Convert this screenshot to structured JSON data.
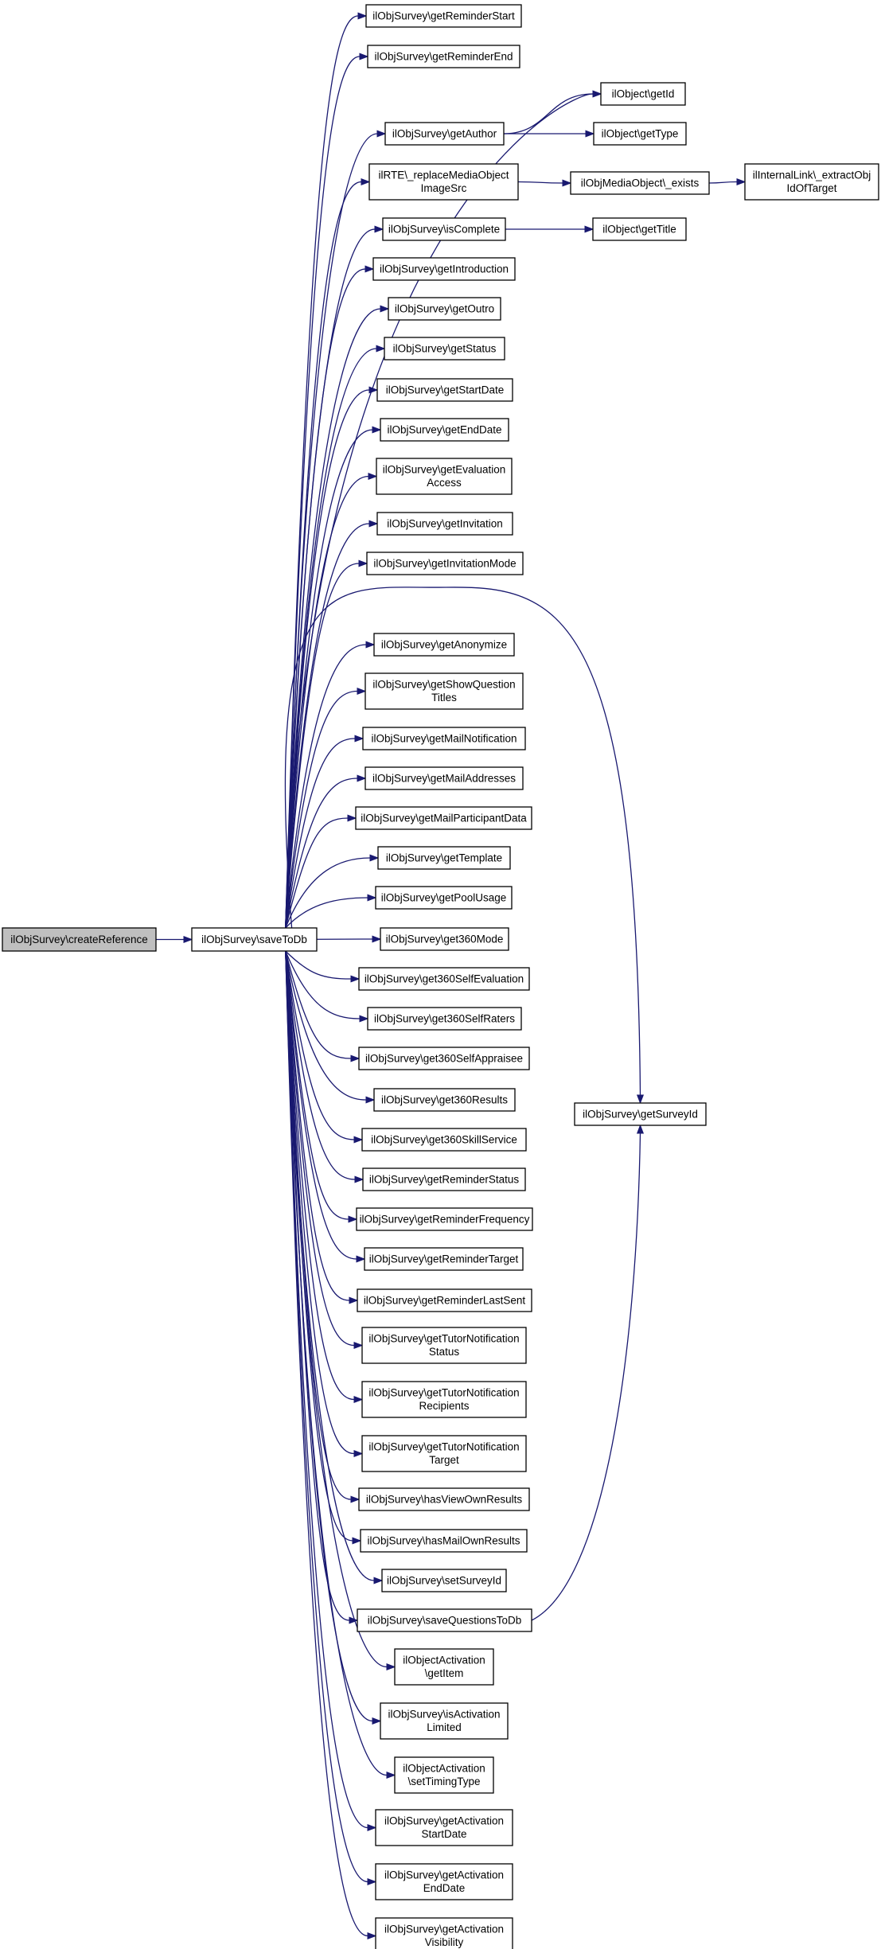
{
  "graph": {
    "root": "n0",
    "nodes": [
      {
        "id": "n0",
        "lines": [
          "ilObjSurvey\\createReference"
        ],
        "role": "root"
      },
      {
        "id": "n1",
        "lines": [
          "ilObjSurvey\\saveToDb"
        ]
      },
      {
        "id": "n2",
        "lines": [
          "ilObjSurvey\\getReminderStart"
        ]
      },
      {
        "id": "n3",
        "lines": [
          "ilObjSurvey\\getReminderEnd"
        ]
      },
      {
        "id": "n4",
        "lines": [
          "ilObject\\getId"
        ]
      },
      {
        "id": "n5",
        "lines": [
          "ilObjSurvey\\getAuthor"
        ]
      },
      {
        "id": "n6",
        "lines": [
          "ilObject\\getType"
        ]
      },
      {
        "id": "n7",
        "lines": [
          "ilRTE\\_replaceMediaObject",
          "ImageSrc"
        ]
      },
      {
        "id": "n8",
        "lines": [
          "ilObjMediaObject\\_exists"
        ]
      },
      {
        "id": "n9",
        "lines": [
          "ilInternalLink\\_extractObj",
          "IdOfTarget"
        ]
      },
      {
        "id": "n10",
        "lines": [
          "ilObjSurvey\\isComplete"
        ]
      },
      {
        "id": "n11",
        "lines": [
          "ilObject\\getTitle"
        ]
      },
      {
        "id": "n12",
        "lines": [
          "ilObjSurvey\\getIntroduction"
        ]
      },
      {
        "id": "n13",
        "lines": [
          "ilObjSurvey\\getOutro"
        ]
      },
      {
        "id": "n14",
        "lines": [
          "ilObjSurvey\\getStatus"
        ]
      },
      {
        "id": "n15",
        "lines": [
          "ilObjSurvey\\getStartDate"
        ]
      },
      {
        "id": "n16",
        "lines": [
          "ilObjSurvey\\getEndDate"
        ]
      },
      {
        "id": "n17",
        "lines": [
          "ilObjSurvey\\getEvaluation",
          "Access"
        ]
      },
      {
        "id": "n18",
        "lines": [
          "ilObjSurvey\\getInvitation"
        ]
      },
      {
        "id": "n19",
        "lines": [
          "ilObjSurvey\\getInvitationMode"
        ]
      },
      {
        "id": "n20",
        "lines": [
          "ilObjSurvey\\getSurveyId"
        ]
      },
      {
        "id": "n21",
        "lines": [
          "ilObjSurvey\\getAnonymize"
        ]
      },
      {
        "id": "n22",
        "lines": [
          "ilObjSurvey\\getShowQuestion",
          "Titles"
        ]
      },
      {
        "id": "n23",
        "lines": [
          "ilObjSurvey\\getMailNotification"
        ]
      },
      {
        "id": "n24",
        "lines": [
          "ilObjSurvey\\getMailAddresses"
        ]
      },
      {
        "id": "n25",
        "lines": [
          "ilObjSurvey\\getMailParticipantData"
        ]
      },
      {
        "id": "n26",
        "lines": [
          "ilObjSurvey\\getTemplate"
        ]
      },
      {
        "id": "n27",
        "lines": [
          "ilObjSurvey\\getPoolUsage"
        ]
      },
      {
        "id": "n28",
        "lines": [
          "ilObjSurvey\\get360Mode"
        ]
      },
      {
        "id": "n29",
        "lines": [
          "ilObjSurvey\\get360SelfEvaluation"
        ]
      },
      {
        "id": "n30",
        "lines": [
          "ilObjSurvey\\get360SelfRaters"
        ]
      },
      {
        "id": "n31",
        "lines": [
          "ilObjSurvey\\get360SelfAppraisee"
        ]
      },
      {
        "id": "n32",
        "lines": [
          "ilObjSurvey\\get360Results"
        ]
      },
      {
        "id": "n33",
        "lines": [
          "ilObjSurvey\\get360SkillService"
        ]
      },
      {
        "id": "n34",
        "lines": [
          "ilObjSurvey\\getReminderStatus"
        ]
      },
      {
        "id": "n35",
        "lines": [
          "ilObjSurvey\\getReminderFrequency"
        ]
      },
      {
        "id": "n36",
        "lines": [
          "ilObjSurvey\\getReminderTarget"
        ]
      },
      {
        "id": "n37",
        "lines": [
          "ilObjSurvey\\getReminderLastSent"
        ]
      },
      {
        "id": "n38",
        "lines": [
          "ilObjSurvey\\getTutorNotification",
          "Status"
        ]
      },
      {
        "id": "n39",
        "lines": [
          "ilObjSurvey\\getTutorNotification",
          "Recipients"
        ]
      },
      {
        "id": "n40",
        "lines": [
          "ilObjSurvey\\getTutorNotification",
          "Target"
        ]
      },
      {
        "id": "n41",
        "lines": [
          "ilObjSurvey\\hasViewOwnResults"
        ]
      },
      {
        "id": "n42",
        "lines": [
          "ilObjSurvey\\hasMailOwnResults"
        ]
      },
      {
        "id": "n43",
        "lines": [
          "ilObjSurvey\\setSurveyId"
        ]
      },
      {
        "id": "n44",
        "lines": [
          "ilObjSurvey\\saveQuestionsToDb"
        ]
      },
      {
        "id": "n45",
        "lines": [
          "ilObjectActivation",
          "\\getItem"
        ]
      },
      {
        "id": "n46",
        "lines": [
          "ilObjSurvey\\isActivation",
          "Limited"
        ]
      },
      {
        "id": "n47",
        "lines": [
          "ilObjectActivation",
          "\\setTimingType"
        ]
      },
      {
        "id": "n48",
        "lines": [
          "ilObjSurvey\\getActivation",
          "StartDate"
        ]
      },
      {
        "id": "n49",
        "lines": [
          "ilObjSurvey\\getActivation",
          "EndDate"
        ]
      },
      {
        "id": "n50",
        "lines": [
          "ilObjSurvey\\getActivation",
          "Visibility"
        ]
      }
    ],
    "edges": [
      {
        "from": "n0",
        "to": "n1"
      },
      {
        "from": "n1",
        "to": "n2"
      },
      {
        "from": "n1",
        "to": "n3"
      },
      {
        "from": "n1",
        "to": "n4"
      },
      {
        "from": "n1",
        "to": "n5"
      },
      {
        "from": "n1",
        "to": "n7"
      },
      {
        "from": "n1",
        "to": "n10"
      },
      {
        "from": "n1",
        "to": "n12"
      },
      {
        "from": "n1",
        "to": "n13"
      },
      {
        "from": "n1",
        "to": "n14"
      },
      {
        "from": "n1",
        "to": "n15"
      },
      {
        "from": "n1",
        "to": "n16"
      },
      {
        "from": "n1",
        "to": "n17"
      },
      {
        "from": "n1",
        "to": "n18"
      },
      {
        "from": "n1",
        "to": "n19"
      },
      {
        "from": "n1",
        "to": "n20"
      },
      {
        "from": "n1",
        "to": "n21"
      },
      {
        "from": "n1",
        "to": "n22"
      },
      {
        "from": "n1",
        "to": "n23"
      },
      {
        "from": "n1",
        "to": "n24"
      },
      {
        "from": "n1",
        "to": "n25"
      },
      {
        "from": "n1",
        "to": "n26"
      },
      {
        "from": "n1",
        "to": "n27"
      },
      {
        "from": "n1",
        "to": "n28"
      },
      {
        "from": "n1",
        "to": "n29"
      },
      {
        "from": "n1",
        "to": "n30"
      },
      {
        "from": "n1",
        "to": "n31"
      },
      {
        "from": "n1",
        "to": "n32"
      },
      {
        "from": "n1",
        "to": "n33"
      },
      {
        "from": "n1",
        "to": "n34"
      },
      {
        "from": "n1",
        "to": "n35"
      },
      {
        "from": "n1",
        "to": "n36"
      },
      {
        "from": "n1",
        "to": "n37"
      },
      {
        "from": "n1",
        "to": "n38"
      },
      {
        "from": "n1",
        "to": "n39"
      },
      {
        "from": "n1",
        "to": "n40"
      },
      {
        "from": "n1",
        "to": "n41"
      },
      {
        "from": "n1",
        "to": "n42"
      },
      {
        "from": "n1",
        "to": "n43"
      },
      {
        "from": "n1",
        "to": "n44"
      },
      {
        "from": "n1",
        "to": "n45"
      },
      {
        "from": "n1",
        "to": "n46"
      },
      {
        "from": "n1",
        "to": "n47"
      },
      {
        "from": "n1",
        "to": "n48"
      },
      {
        "from": "n1",
        "to": "n49"
      },
      {
        "from": "n1",
        "to": "n50"
      },
      {
        "from": "n5",
        "to": "n4"
      },
      {
        "from": "n5",
        "to": "n6"
      },
      {
        "from": "n7",
        "to": "n8"
      },
      {
        "from": "n8",
        "to": "n9"
      },
      {
        "from": "n10",
        "to": "n11"
      },
      {
        "from": "n44",
        "to": "n20"
      }
    ]
  }
}
